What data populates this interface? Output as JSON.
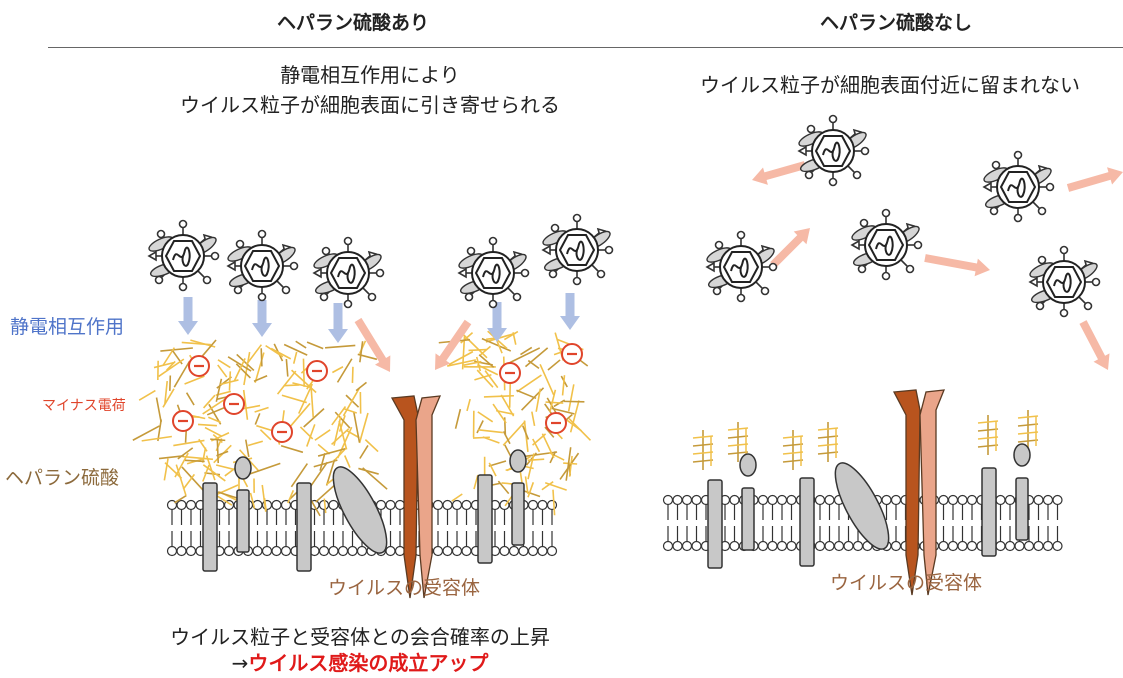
{
  "header": {
    "left_title": "ヘパラン硫酸あり",
    "right_title": "ヘパラン硫酸なし"
  },
  "left_panel": {
    "caption_line1": "静電相互作用により",
    "caption_line2": "ウイルス粒子が細胞表面に引き寄せられる",
    "label_electrostatic": "静電相互作用",
    "label_negative_charge": "マイナス電荷",
    "label_heparan_sulfate": "ヘパラン硫酸",
    "label_receptor": "ウイルスの受容体",
    "footer_line1": "ウイルス粒子と受容体との会合確率の上昇",
    "footer_arrow": "→",
    "footer_highlight": "ウイルス感染の成立アップ"
  },
  "right_panel": {
    "caption": "ウイルス粒子が細胞表面付近に留まれない",
    "label_receptor": "ウイルスの受容体"
  },
  "colors": {
    "electrostatic_blue": "#4f74c9",
    "negative_red": "#e0452b",
    "heparan_tan": "#8c6a3c",
    "receptor_brown": "#9a6540",
    "highlight_red": "#e01a1a",
    "blue_arrow": "#aebfe3",
    "pink_arrow": "#f6b9a6",
    "strand_yellow": "#f1c14a"
  }
}
